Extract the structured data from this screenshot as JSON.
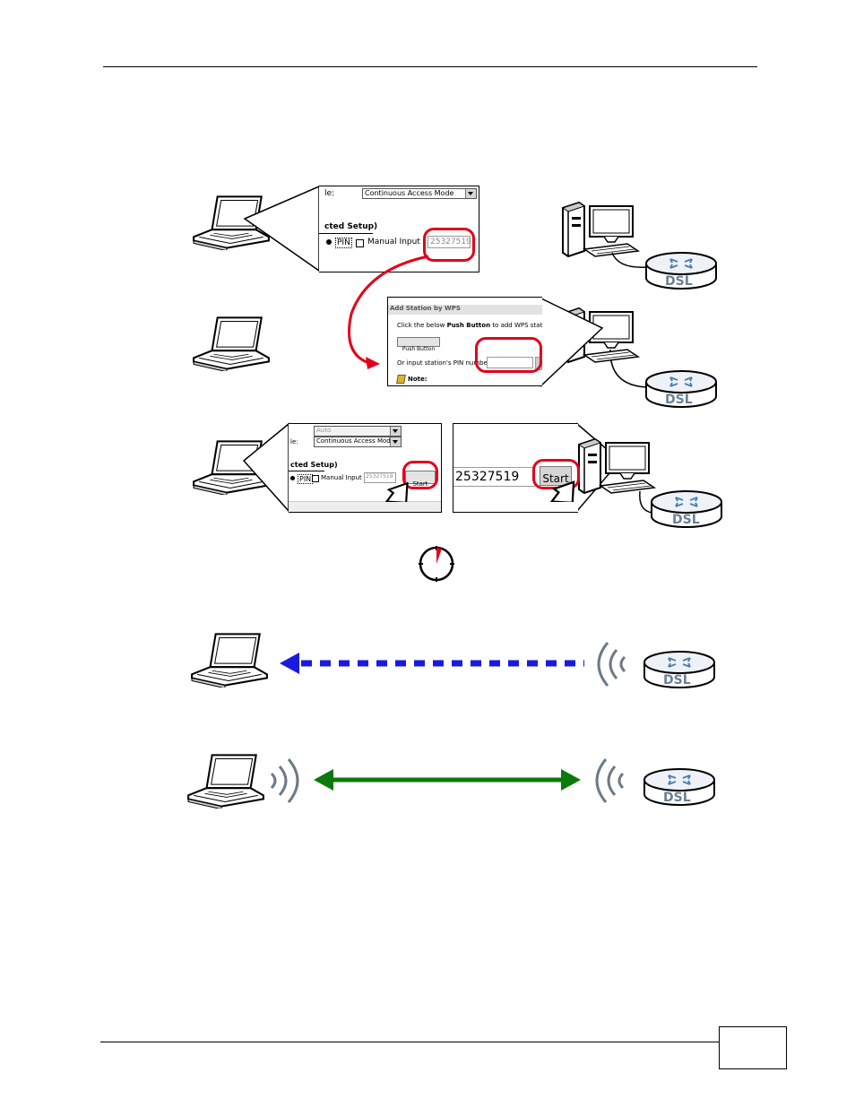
{
  "panel1": {
    "label_fragment": "le:",
    "mode_value": "Continuous Access Mode",
    "setup_label": "cted Setup)",
    "pin_label": "PIN",
    "manual_label": "Manual Input",
    "pin_value": "25327519"
  },
  "panel2": {
    "title": "Add Station by WPS",
    "instr_pre": "Click the below",
    "instr_bold": "Push Button",
    "instr_post": "to add WPS stations",
    "push_button": "Push Button",
    "pin_prompt": "Or input station's PIN number:",
    "note": "Note:"
  },
  "panel3": {
    "auto_value": "Auto",
    "label_fragment": "le:",
    "mode_value": "Continuous Access Mode",
    "setup_label": "cted Setup)",
    "pin_label": "PIN",
    "manual_label": "Manual Input",
    "pin_value": "25327519",
    "start_button": "Start"
  },
  "panel4": {
    "pin_value": "25327519",
    "start_button": "Start"
  },
  "router_label": "DSL",
  "colors": {
    "highlight_red": "#e3001b",
    "scan_arrow": "#1a1adf",
    "link_arrow": "#0a7a0a"
  }
}
